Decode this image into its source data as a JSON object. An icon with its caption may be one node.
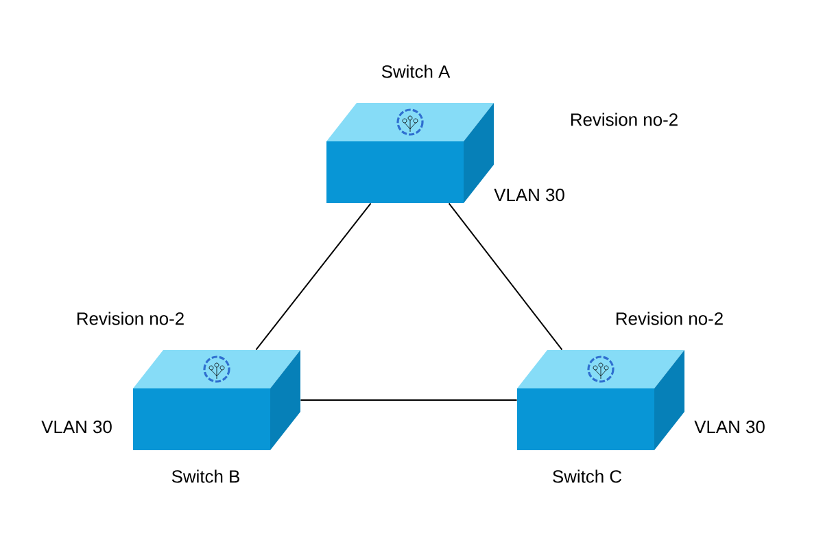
{
  "diagram": {
    "nodes": [
      {
        "text": [
          "Switch A"
        ],
        "beside": [
          "Revision no-2",
          "VLAN 30"
        ]
      },
      {
        "text": [
          "Switch B"
        ],
        "beside": [
          "Revision no-2",
          "VLAN 30"
        ]
      },
      {
        "text": [
          "Switch C"
        ],
        "beside": [
          "Revision no-2",
          "VLAN 30"
        ]
      }
    ],
    "edges": [
      {
        "from": 0,
        "to": 1,
        "arrow": "none"
      },
      {
        "from": 0,
        "to": 2,
        "arrow": "none"
      },
      {
        "from": 1,
        "to": 2,
        "arrow": "none"
      }
    ]
  }
}
